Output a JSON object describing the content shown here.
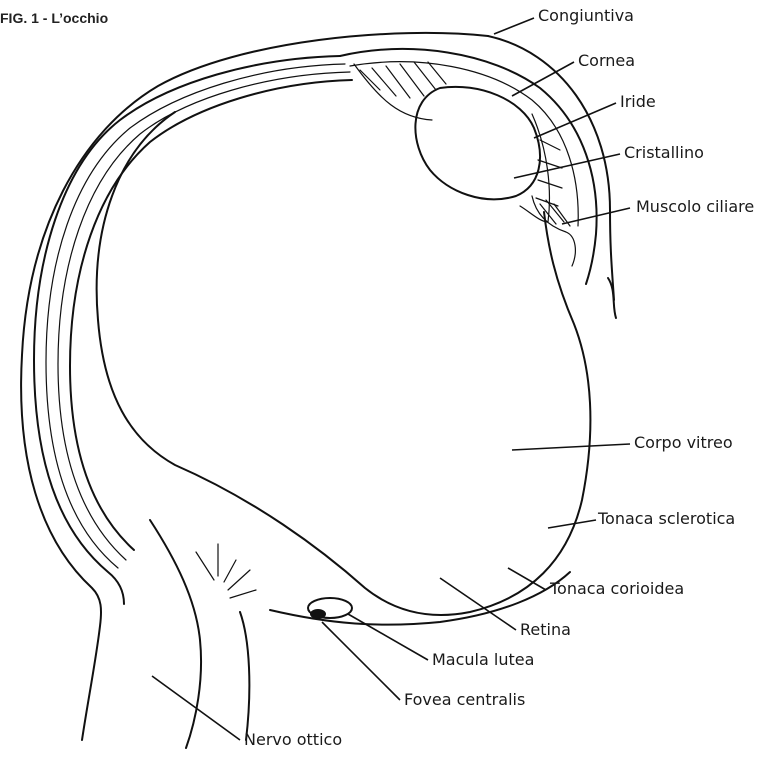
{
  "figure": {
    "title": "FIG. 1 - L’occhio"
  },
  "labels": {
    "congiuntiva": "Congiuntiva",
    "cornea": "Cornea",
    "iride": "Iride",
    "cristallino": "Cristallino",
    "muscolo_ciliare": "Muscolo ciliare",
    "corpo_vitreo": "Corpo vitreo",
    "tonaca_sclerotica": "Tonaca sclerotica",
    "tonaca_corioidea": "Tonaca corioidea",
    "retina": "Retina",
    "macula_lutea": "Macula lutea",
    "fovea_centralis": "Fovea centralis",
    "nervo_ottico": "Nervo ottico"
  }
}
